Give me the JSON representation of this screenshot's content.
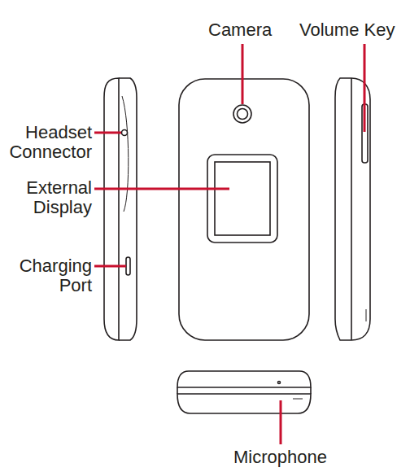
{
  "diagram": {
    "labels": [
      "Camera",
      "Volume Key",
      "Headset Connector",
      "External Display",
      "Charging Port",
      "Microphone"
    ]
  }
}
